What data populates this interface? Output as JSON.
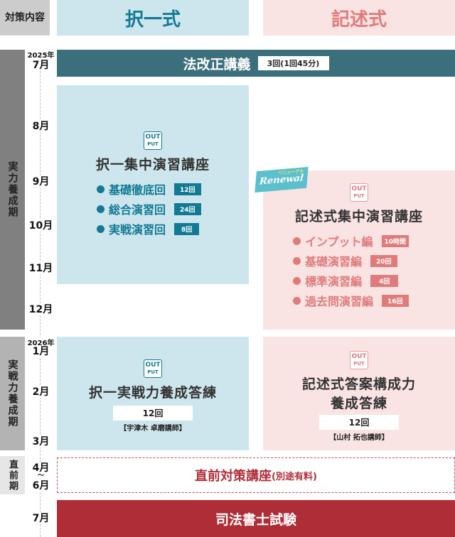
{
  "header": {
    "label": "対策内容",
    "left": "択一式",
    "right": "記述式"
  },
  "phases": [
    "実力養成期",
    "実戦力養成期",
    "直前期"
  ],
  "years": {
    "y2025": "2025年",
    "y2026": "2026年"
  },
  "months": [
    "7月",
    "8月",
    "9月",
    "10月",
    "11月",
    "12月",
    "1月",
    "2月",
    "3月",
    "4月",
    "〜",
    "6月",
    "7月"
  ],
  "law_revision": {
    "title": "法改正講義",
    "badge": "3回(1回45分)"
  },
  "output_icon": {
    "line1": "OUT",
    "line2": "PUT"
  },
  "takuitsu_intensive": {
    "title": "択一集中演習講座",
    "items": [
      {
        "label": "基礎徹底回",
        "badge": "12回"
      },
      {
        "label": "総合演習回",
        "badge": "24回"
      },
      {
        "label": "実戦演習回",
        "badge": "8回"
      }
    ]
  },
  "kijutsu_intensive": {
    "renewal_small": "リニューアル",
    "renewal": "Renewal",
    "title": "記述式集中演習講座",
    "items": [
      {
        "label": "インプット編",
        "badge": "10時間"
      },
      {
        "label": "基礎演習編",
        "badge": "20回"
      },
      {
        "label": "標準演習編",
        "badge": "4回"
      },
      {
        "label": "過去問演習編",
        "badge": "16回"
      }
    ]
  },
  "takuitsu_practice": {
    "title": "択一実戦力養成答練",
    "count": "12回",
    "teacher": "【宇津木 卓磨講師】"
  },
  "kijutsu_practice": {
    "title1": "記述式答案構成力",
    "title2": "養成答練",
    "count": "12回",
    "teacher": "【山村 拓也講師】"
  },
  "final_course": {
    "title": "直前対策講座",
    "note": "(別途有料)"
  },
  "exam": {
    "title": "司法書士試験"
  },
  "colors": {
    "blue": "#137a94",
    "blue_bg": "#cde5ec",
    "pink": "#e07b7b",
    "pink_bg": "#f9e3e3",
    "teal": "#3b6f7c",
    "red": "#ae2d37"
  }
}
